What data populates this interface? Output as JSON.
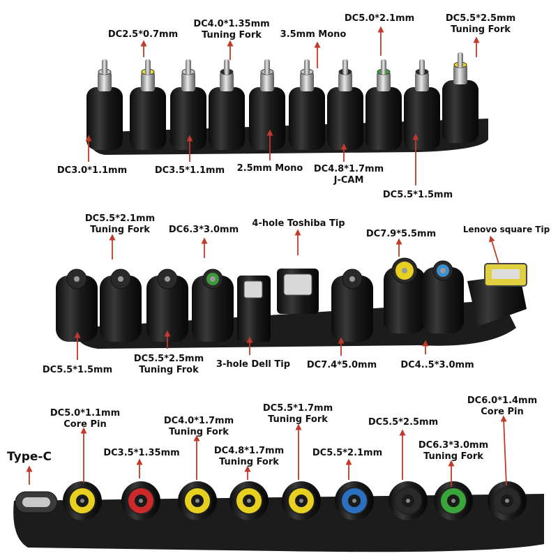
{
  "rows": [
    {
      "labels": [
        {
          "line1": "DC2.5*0.7mm"
        },
        {
          "line1": "DC4.0*1.35mm",
          "line2": "Tuning Fork"
        },
        {
          "line1": "3.5mm Mono"
        },
        {
          "line1": "DC5.0*2.1mm"
        },
        {
          "line1": "DC5.5*2.5mm",
          "line2": "Tuning Fork"
        },
        {
          "line1": "DC3.0*1.1mm"
        },
        {
          "line1": "DC3.5*1.1mm"
        },
        {
          "line1": "2.5mm Mono"
        },
        {
          "line1": "DC4.8*1.7mm",
          "line2": "J-CAM"
        },
        {
          "line1": "DC5.5*1.5mm"
        }
      ],
      "tip_colors": [
        "#c8c8c8",
        "#e6dc3c",
        "#c8c8c8",
        "#2a2a2a",
        "#b4b4b4",
        "#c8c8c8",
        "#2a2a2a",
        "#3aa63a",
        "#2a2a2a",
        "#e8d020"
      ]
    },
    {
      "labels": [
        {
          "line1": "DC5.5*2.1mm",
          "line2": "Tuning Fork"
        },
        {
          "line1": "DC6.3*3.0mm"
        },
        {
          "line1": "4-hole Toshiba Tip"
        },
        {
          "line1": "DC7.9*5.5mm"
        },
        {
          "line1": "Lenovo square Tip"
        },
        {
          "line1": "DC5.5*1.5mm"
        },
        {
          "line1": "DC5.5*2.5mm",
          "line2": "Tuning Frok"
        },
        {
          "line1": "3-hole Dell Tip"
        },
        {
          "line1": "DC7.4*5.0mm"
        },
        {
          "line1": "DC4..5*3.0mm"
        }
      ],
      "tip_colors": [
        "#2a2a2a",
        "#2a2a2a",
        "#2a2a2a",
        "#3a9a3a",
        "#2a2a2a",
        "#2a2a2a",
        "#2a2a2a",
        "#e8d020",
        "#3a8fd0",
        "#e0d040"
      ]
    },
    {
      "labels": [
        {
          "line1": "Type-C"
        },
        {
          "line1": "DC5.0*1.1mm",
          "line2": "Core Pin"
        },
        {
          "line1": "DC3.5*1.35mm"
        },
        {
          "line1": "DC4.0*1.7mm",
          "line2": "Tuning Fork"
        },
        {
          "line1": "DC4.8*1.7mm",
          "line2": "Tuning Fork"
        },
        {
          "line1": "DC5.5*1.7mm",
          "line2": "Tuning Fork"
        },
        {
          "line1": "DC5.5*2.1mm"
        },
        {
          "line1": "DC5.5*2.5mm"
        },
        {
          "line1": "DC6.3*3.0mm",
          "line2": "Tuning Fork"
        },
        {
          "line1": "DC6.0*1.4mm",
          "line2": "Core Pin"
        }
      ],
      "tip_colors": [
        "#2a2a2a",
        "#e8d020",
        "#cc2a2a",
        "#e8d020",
        "#e8d020",
        "#e8d020",
        "#2a6fc0",
        "#2a2a2a",
        "#3aa63a",
        "#2a2a2a"
      ]
    }
  ],
  "colors": {
    "plastic": "#1c1c1c",
    "arrow": "#c0392b",
    "text": "#111111"
  }
}
